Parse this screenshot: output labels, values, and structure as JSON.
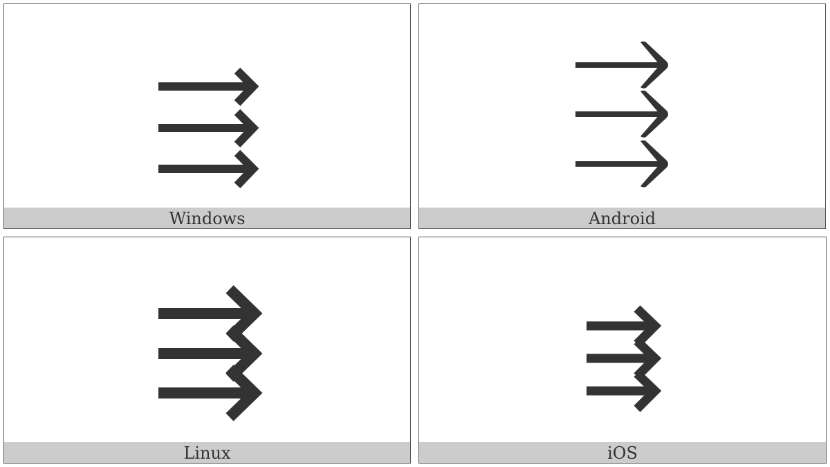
{
  "panels": [
    {
      "label": "Windows"
    },
    {
      "label": "Android"
    },
    {
      "label": "Linux"
    },
    {
      "label": "iOS"
    }
  ],
  "colors": {
    "glyph": "#333333",
    "label_bg": "#cccccc",
    "border": "#555555"
  }
}
